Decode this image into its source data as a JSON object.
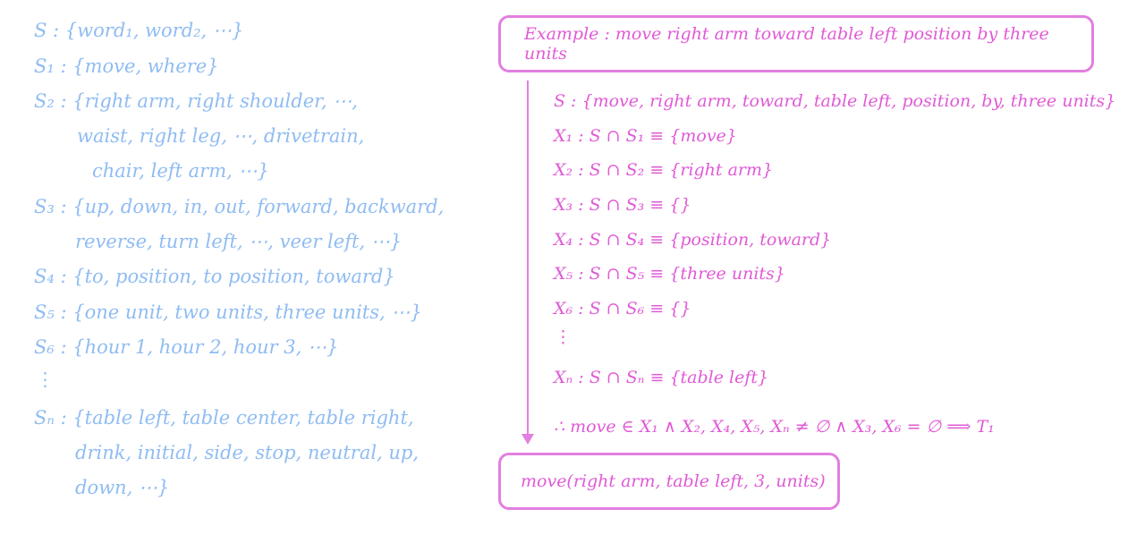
{
  "sets": [
    "S : {word₁, word₂, ⋯}",
    "S₁ : {move, where}",
    "S₂ : {right arm, right shoulder, ⋯,",
    "waist, right leg, ⋯, drivetrain,",
    "chair, left arm, ⋯}",
    "S₃ : {up, down, in, out, forward, backward,",
    "reverse, turn left, ⋯, veer left, ⋯}",
    "S₄ : {to, position, to position, toward}",
    "S₅ : {one unit, two units, three units, ⋯}",
    "S₆ : {hour 1, hour 2, hour 3, ⋯}",
    "⋮",
    "Sₙ : {table left, table center, table right,",
    "drink, initial, side, stop, neutral, up,",
    "down, ⋯}"
  ],
  "example": "Example : move right arm toward table left position by three units",
  "steps": [
    "S : {move, right arm, toward, table left, position, by, three units}",
    "X₁ : S ∩ S₁ ≡ {move}",
    "X₂ : S ∩ S₂ ≡ {right arm}",
    "X₃ : S ∩ S₃ ≡ {}",
    "X₄ : S ∩ S₄ ≡ {position, toward}",
    "X₅ : S ∩ S₅ ≡ {three units}",
    "X₆ : S ∩ S₆ ≡ {}",
    "⋮",
    "Xₙ : S ∩ Sₙ ≡ {table left}",
    "∴ move ∈ X₁ ∧ X₂, X₄, X₅, Xₙ ≠ ∅ ∧ X₃, X₆ = ∅ ⟹ T₁"
  ],
  "result": "move(right arm, table left, 3, units)",
  "colors": {
    "sets": "#8fbcf2",
    "derivation": "#e05ad6",
    "box_border": "#e27fe0"
  }
}
